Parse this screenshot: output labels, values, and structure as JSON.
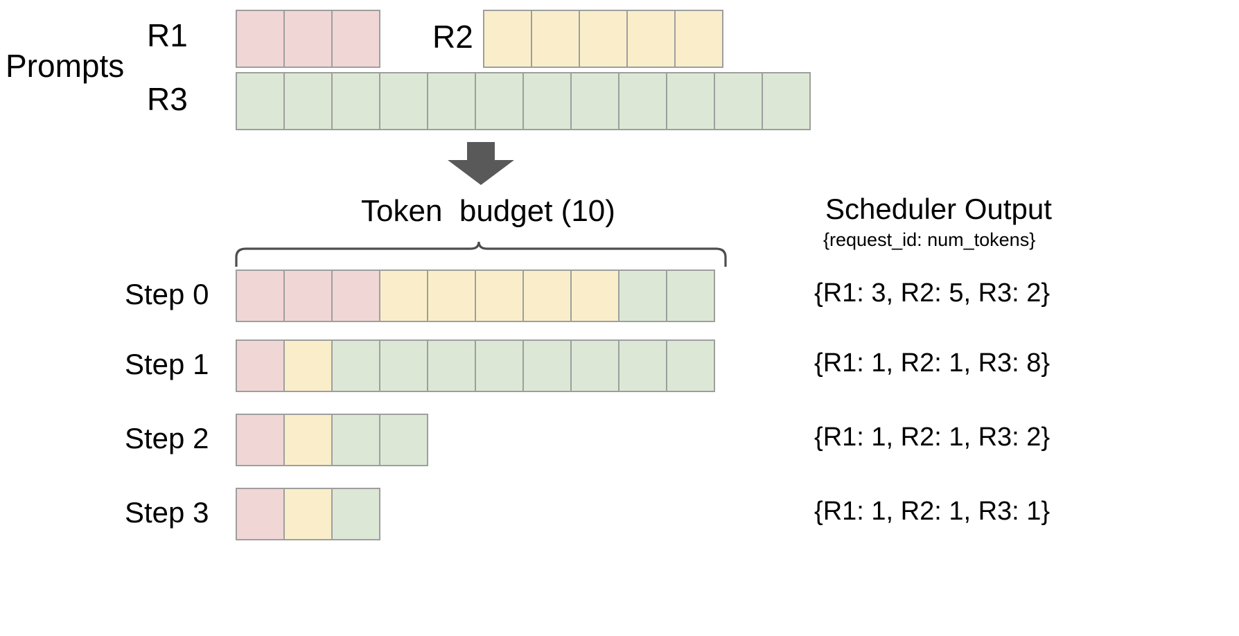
{
  "diagram": {
    "prompts_section": {
      "group_label": "Prompts",
      "requests": [
        {
          "id": "R1",
          "label": "R1",
          "color": "#f1d6d6",
          "color_name": "pink",
          "num_tokens": 3
        },
        {
          "id": "R2",
          "label": "R2",
          "color": "#faeeca",
          "color_name": "yellow",
          "num_tokens": 5
        },
        {
          "id": "R3",
          "label": "R3",
          "color": "#dce8d5",
          "color_name": "green",
          "num_tokens": 12
        }
      ]
    },
    "arrow": {
      "icon": "down-arrow-icon",
      "color": "#595959"
    },
    "token_budget": {
      "title": "Token  budget (10)",
      "budget": 10,
      "brace_icon": "curly-brace-icon"
    },
    "scheduler_output": {
      "title": "Scheduler Output",
      "subtitle": "{request_id: num_tokens}"
    },
    "steps": [
      {
        "label": "Step 0",
        "output": "{R1: 3, R2: 5, R3: 2}",
        "segments": [
          {
            "request": "R1",
            "color_name": "pink",
            "count": 3
          },
          {
            "request": "R2",
            "color_name": "yellow",
            "count": 5
          },
          {
            "request": "R3",
            "color_name": "green",
            "count": 2
          }
        ],
        "total": 10
      },
      {
        "label": "Step 1",
        "output": "{R1: 1, R2: 1, R3: 8}",
        "segments": [
          {
            "request": "R1",
            "color_name": "pink",
            "count": 1
          },
          {
            "request": "R2",
            "color_name": "yellow",
            "count": 1
          },
          {
            "request": "R3",
            "color_name": "green",
            "count": 8
          }
        ],
        "total": 10
      },
      {
        "label": "Step 2",
        "output": "{R1: 1, R2: 1, R3: 2}",
        "segments": [
          {
            "request": "R1",
            "color_name": "pink",
            "count": 1
          },
          {
            "request": "R2",
            "color_name": "yellow",
            "count": 1
          },
          {
            "request": "R3",
            "color_name": "green",
            "count": 2
          }
        ],
        "total": 4
      },
      {
        "label": "Step 3",
        "output": "{R1: 1, R2: 1, R3: 1}",
        "segments": [
          {
            "request": "R1",
            "color_name": "pink",
            "count": 1
          },
          {
            "request": "R2",
            "color_name": "yellow",
            "count": 1
          },
          {
            "request": "R3",
            "color_name": "green",
            "count": 1
          }
        ],
        "total": 3
      }
    ],
    "colors": {
      "pink": "#f1d6d6",
      "yellow": "#faeeca",
      "green": "#dce8d5",
      "cell_border": "#9e9e9e",
      "arrow": "#595959",
      "brace": "#4d4d4d",
      "text": "#000000",
      "background": "#ffffff"
    },
    "cell_metrics": {
      "prompt_cell_width": 71,
      "prompt_cell_height": 84,
      "step_cell_width": 71,
      "step_cell_height": 76
    }
  }
}
